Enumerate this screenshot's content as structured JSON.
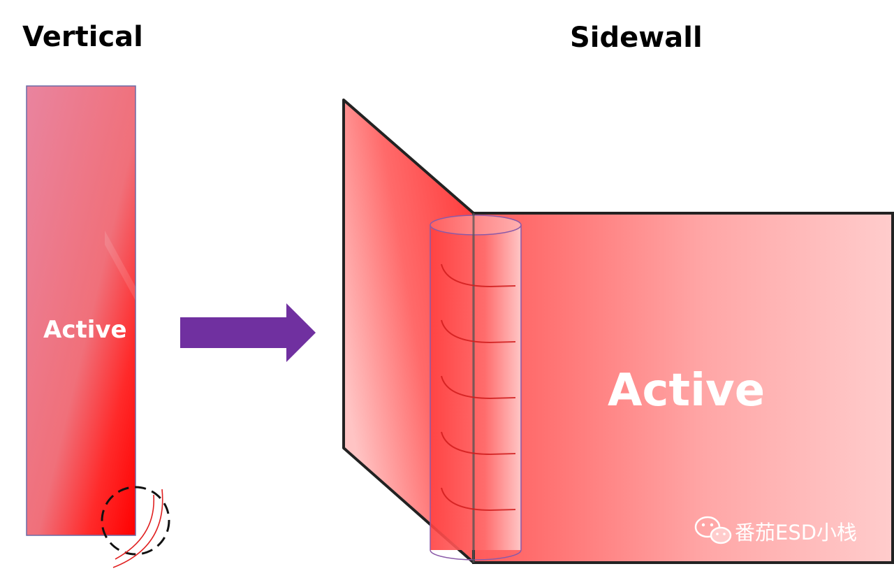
{
  "titles": {
    "left": "Vertical",
    "right": "Sidewall"
  },
  "labels": {
    "vertical_active": "Active",
    "sidewall_active": "Active"
  },
  "watermark": {
    "text": "番茄ESD小栈",
    "icon": "wechat-icon"
  },
  "colors": {
    "active_red": "#ff0000",
    "active_pink": "#ff6e6e",
    "arrow_purple": "#7030a0",
    "outline": "#222222",
    "vertical_border": "#6a6aa6"
  }
}
